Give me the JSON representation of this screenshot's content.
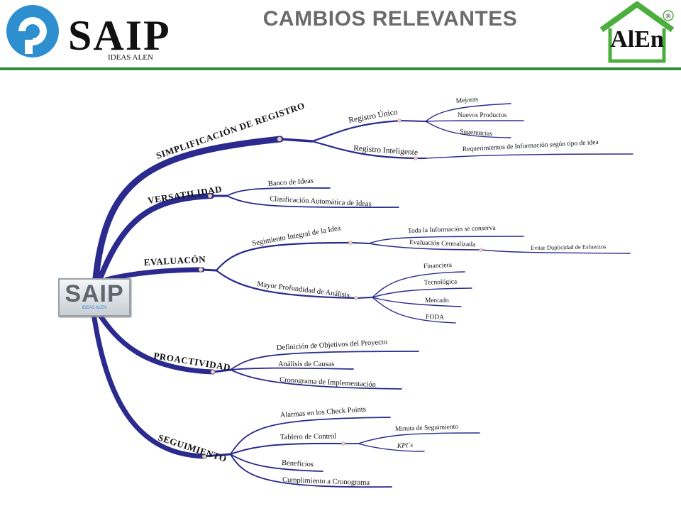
{
  "header": {
    "title": "CAMBIOS RELEVANTES",
    "logo_left": {
      "main": "SAIP",
      "sub": "IDEAS ALEN"
    },
    "logo_right": {
      "main": "AlEn",
      "mark": "®"
    },
    "colors": {
      "title": "#6b6b6b",
      "rule": "#2e8b3a",
      "saip_blue": "#2e8fd0",
      "alen_green": "#4caf3d"
    }
  },
  "mindmap": {
    "root": {
      "title": "SAIP",
      "subtitle": "IDEAS ALEN"
    },
    "branch_color": "#2b2a8e",
    "branches": [
      {
        "label": "SIMPLIFICACIÓN DE REGISTRO",
        "children": [
          {
            "label": "Registro Único",
            "children": [
              "Mejoras",
              "Nuevos Productos",
              "Sugerencias"
            ]
          },
          {
            "label": "Registro Inteligente",
            "children": [
              "Requerimientos de Información según tipo de idea"
            ]
          }
        ]
      },
      {
        "label": "VERSATILIDAD",
        "children": [
          {
            "label": "Banco de Ideas"
          },
          {
            "label": "Clasificación Automática de Ideas"
          }
        ]
      },
      {
        "label": "EVALUACÓN",
        "children": [
          {
            "label": "Segimiento Integral de la Idea",
            "children": [
              "Toda la Información se conserva",
              "Evaluación Centralizada"
            ],
            "grandchild": "Evitar Duplicidad de Esfuerzos"
          },
          {
            "label": "Mayor Profundidad de Análisis",
            "children": [
              "Financiera",
              "Tecnológica",
              "Mercado",
              "FODA"
            ]
          }
        ]
      },
      {
        "label": "PROACTIVIDAD",
        "children": [
          {
            "label": "Definición de Objetivos del Proyecto"
          },
          {
            "label": "Análisis de Causas"
          },
          {
            "label": "Cronograma de Implementación"
          }
        ]
      },
      {
        "label": "SEGUIMIENTO",
        "children": [
          {
            "label": "Alarmas en los Check Points"
          },
          {
            "label": "Tablero de Control",
            "children": [
              "Minuta de Seguimiento",
              "KPI´s"
            ]
          },
          {
            "label": "Beneficios"
          },
          {
            "label": "Cumplimiento a Cronograma"
          }
        ]
      }
    ]
  }
}
